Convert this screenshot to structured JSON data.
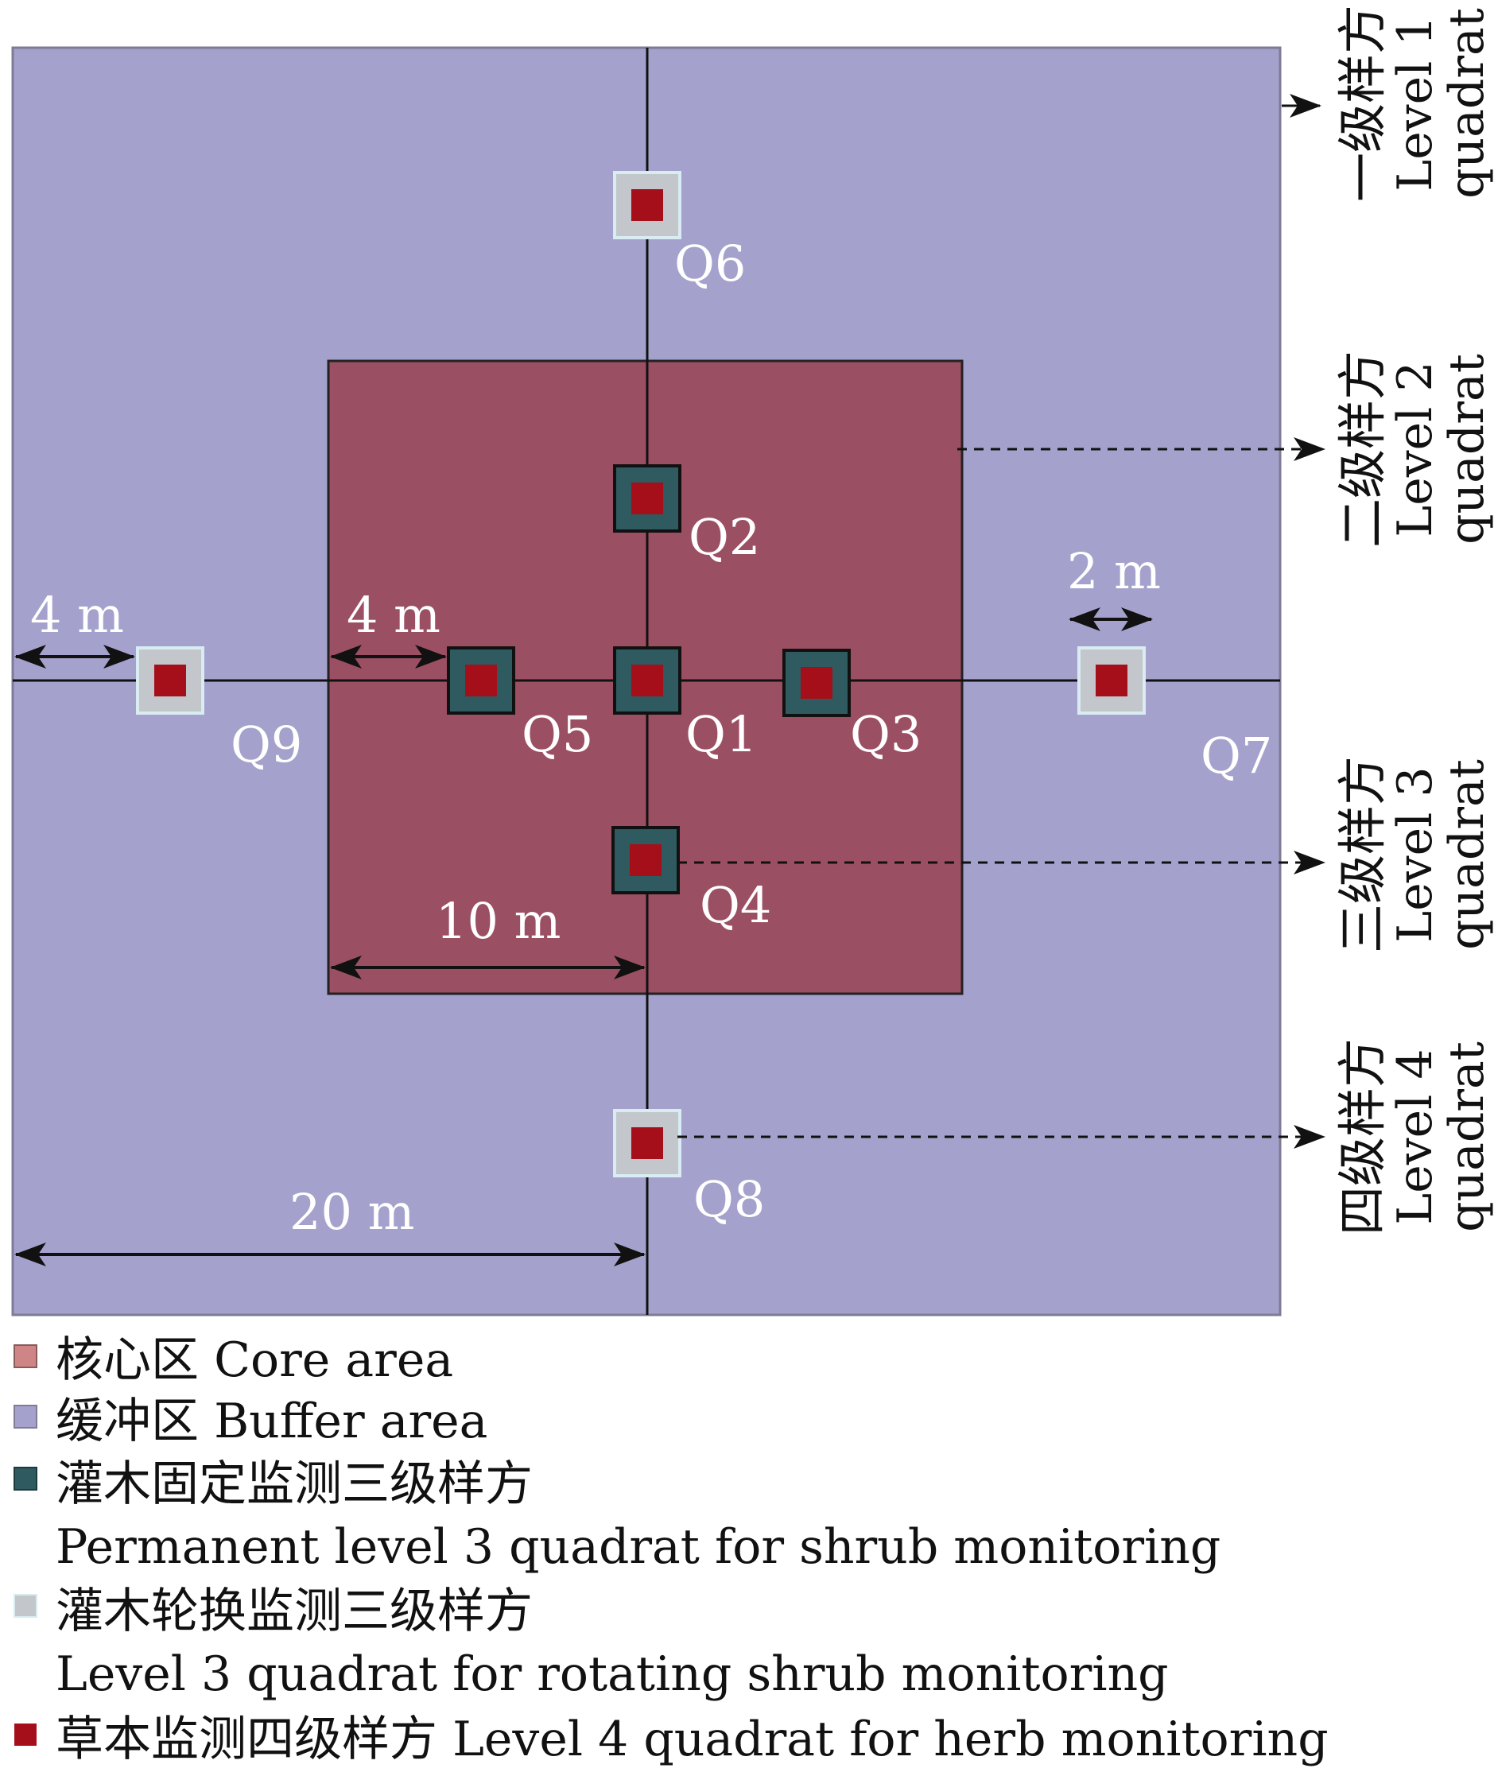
{
  "colors": {
    "buffer": "#a4a2cc",
    "core": "#9b4f63",
    "permanent_shrub": "#2e5a60",
    "rotating_shrub": "#c3c6ca",
    "herb": "#a50f1a",
    "line": "#111111"
  },
  "quadrat_labels": {
    "q1": "Q1",
    "q2": "Q2",
    "q3": "Q3",
    "q4": "Q4",
    "q5": "Q5",
    "q6": "Q6",
    "q7": "Q7",
    "q8": "Q8",
    "q9": "Q9"
  },
  "dimension_labels": {
    "buffer_gap": "4 m",
    "core_gap": "4 m",
    "shrub_size": "2 m",
    "core_half": "10 m",
    "plot_half": "20 m"
  },
  "side_labels": {
    "level1": {
      "cn": "一级样方",
      "en1": "Level 1",
      "en2": "quadrat"
    },
    "level2": {
      "cn": "二级样方",
      "en1": "Level 2",
      "en2": "quadrat"
    },
    "level3": {
      "cn": "三级样方",
      "en1": "Level 3",
      "en2": "quadrat"
    },
    "level4": {
      "cn": "四级样方",
      "en1": "Level 4",
      "en2": "quadrat"
    }
  },
  "legend": {
    "core": "核心区 Core area",
    "buffer": "缓冲区 Buffer area",
    "permanent_cn": "灌木固定监测三级样方",
    "permanent_en": "Permanent level 3 quadrat for shrub monitoring",
    "rotating_cn": "灌木轮换监测三级样方",
    "rotating_en": "Level 3 quadrat for rotating shrub monitoring",
    "herb": "草本监测四级样方 Level 4 quadrat for herb monitoring"
  }
}
